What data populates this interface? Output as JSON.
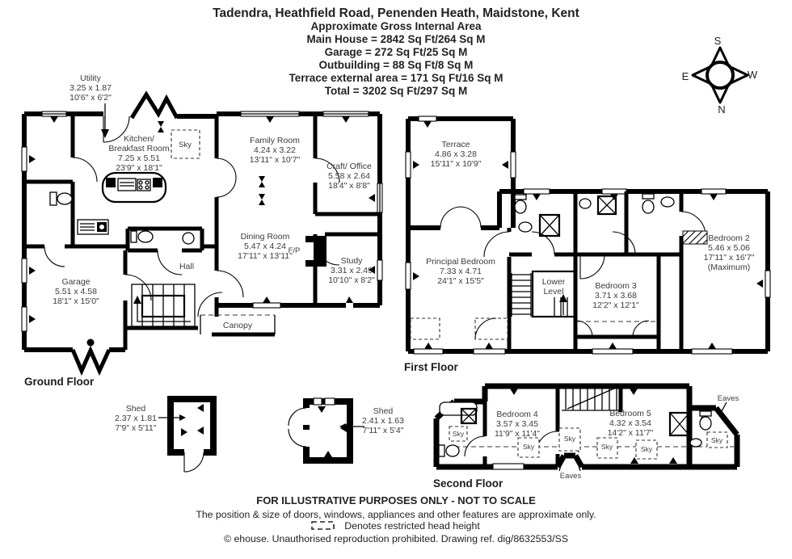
{
  "header": {
    "title": "Tadendra, Heathfield Road, Penenden Heath, Maidstone, Kent",
    "subtitle": "Approximate Gross Internal Area",
    "area_lines": [
      "Main House = 2842 Sq Ft/264 Sq M",
      "Garage = 272 Sq Ft/25 Sq M",
      "Outbuilding = 88 Sq Ft/8 Sq M",
      "Terrace external area = 171 Sq Ft/16 Sq M",
      "Total = 3202 Sq Ft/297 Sq M"
    ]
  },
  "compass": {
    "north": "N",
    "south": "S",
    "east": "E",
    "west": "W"
  },
  "ground_floor": {
    "floor_label": "Ground Floor",
    "utility": {
      "name": "Utility",
      "metric": "3.25 x 1.87",
      "imperial": "10'6\" x 6'2\""
    },
    "kitchen": {
      "name_line1": "Kitchen/",
      "name_line2": "Breakfast Room",
      "metric": "7.25 x 5.51",
      "imperial": "23'9\" x 18'1\""
    },
    "family_room": {
      "name": "Family Room",
      "metric": "4.24 x 3.22",
      "imperial": "13'11\" x 10'7\""
    },
    "craft_office": {
      "name": "Craft/ Office",
      "metric": "5.58 x 2.64",
      "imperial": "18'4\" x 8'8\""
    },
    "dining_room": {
      "name": "Dining Room",
      "metric": "5.47 x 4.24",
      "imperial": "17'11\" x 13'11\""
    },
    "study": {
      "name": "Study",
      "metric": "3.31 x 2.49",
      "imperial": "10'10\" x 8'2\""
    },
    "garage": {
      "name": "Garage",
      "metric": "5.51 x 4.58",
      "imperial": "18'1\" x 15'0\""
    },
    "hall": "Hall",
    "canopy": "Canopy",
    "fireplace": "F/P",
    "sky": "Sky"
  },
  "first_floor": {
    "floor_label": "First Floor",
    "terrace": {
      "name": "Terrace",
      "metric": "4.86 x 3.28",
      "imperial": "15'11\" x 10'9\""
    },
    "principal_bedroom": {
      "name": "Principal Bedroom",
      "metric": "7.33 x 4.71",
      "imperial": "24'1\" x 15'5\""
    },
    "lower_level": {
      "line1": "Lower",
      "line2": "Level"
    },
    "bedroom_3": {
      "name": "Bedroom 3",
      "metric": "3.71 x 3.68",
      "imperial": "12'2\" x 12'1\""
    },
    "bedroom_2": {
      "name": "Bedroom 2",
      "metric": "5.46 x 5.06",
      "imperial": "17'11\" x 16'7\"",
      "note": "(Maximum)"
    }
  },
  "second_floor": {
    "floor_label": "Second Floor",
    "bedroom_4": {
      "name": "Bedroom 4",
      "metric": "3.57 x 3.45",
      "imperial": "11'9\" x 11'4\""
    },
    "bedroom_5": {
      "name": "Bedroom 5",
      "metric": "4.32 x 3.54",
      "imperial": "14'2\" x 11'7\""
    },
    "sky": "Sky",
    "eaves": "Eaves"
  },
  "outbuildings": {
    "shed_1": {
      "name": "Shed",
      "metric": "2.37 x 1.81",
      "imperial": "7'9\" x 5'11\""
    },
    "shed_2": {
      "name": "Shed",
      "metric": "2.41 x 1.63",
      "imperial": "7'11\" x 5'4\""
    }
  },
  "footer": {
    "line1": "FOR ILLUSTRATIVE PURPOSES ONLY - NOT TO SCALE",
    "line2": "The position & size of doors, windows, appliances and other features are approximate only.",
    "legend": "Denotes restricted head height",
    "line4": "© ehouse. Unauthorised reproduction prohibited. Drawing ref. dig/8632553/SS"
  },
  "colors": {
    "wall": "#000000",
    "text": "#3b3b3b",
    "bg": "#ffffff"
  }
}
